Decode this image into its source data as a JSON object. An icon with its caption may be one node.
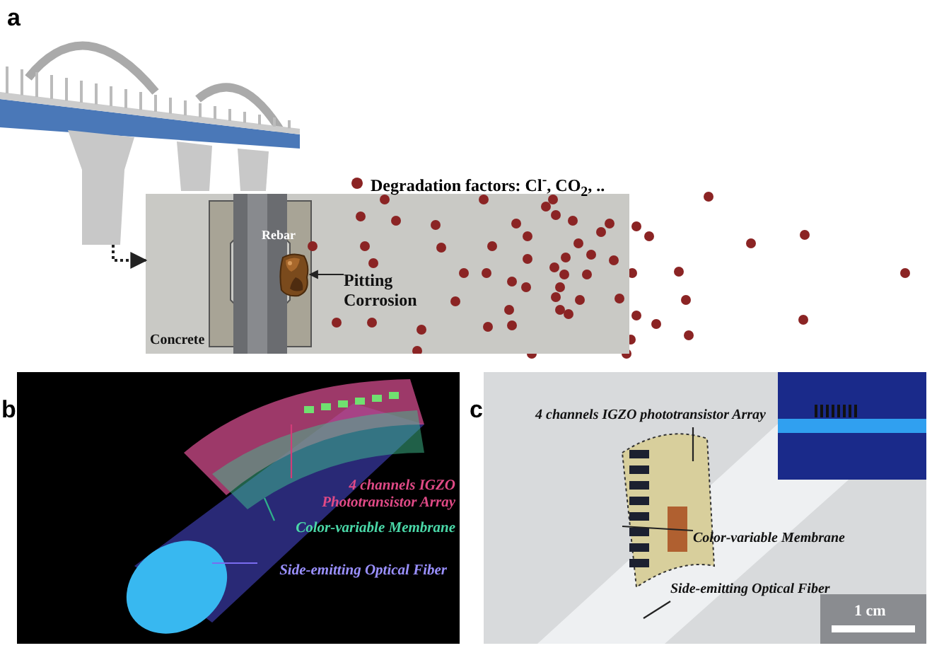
{
  "diagram": {
    "nodes": [
      {
        "text": [],
        "shape": "picture"
      },
      {
        "text": [],
        "shape": "picture"
      },
      {
        "text": [
          "Pitting Corrosion"
        ],
        "in": 1
      },
      {
        "text": [],
        "shape": "picture",
        "in": 1
      },
      {
        "text": [
          "4 channels IGZO Phototransistor Array"
        ]
      },
      {
        "text": [
          "Color-variable Membrane"
        ]
      },
      {
        "text": [
          "Side-emitting Optical Fiber"
        ]
      },
      {
        "text": [
          "4 channels IGZO phototransistor Array"
        ]
      },
      {
        "text": [
          "Color-variable Membrane"
        ]
      },
      {
        "text": [
          "Side-emitting Optical Fiber"
        ]
      }
    ],
    "edges": [
      {
        "from": 0,
        "to": 1,
        "arrow": "to",
        "style": "dashed"
      },
      {
        "from": 2,
        "to": 3,
        "arrow": "to"
      },
      {
        "from": 4,
        "to": null,
        "arrow": "none",
        "color": "#d23c78"
      },
      {
        "from": 5,
        "to": null,
        "arrow": "none",
        "color": "#2fb08a"
      },
      {
        "from": 6,
        "to": null,
        "arrow": "none",
        "color": "#7a6cf0"
      },
      {
        "from": 7,
        "to": null,
        "arrow": "none"
      },
      {
        "from": 8,
        "to": null,
        "arrow": "none"
      },
      {
        "from": 9,
        "to": null,
        "arrow": "none"
      }
    ],
    "labels": [
      "a",
      "Rebar",
      "Concrete",
      "b",
      "c",
      "1 cm"
    ],
    "legend": [
      {
        "text": "Degradation factors: Cl$^{-}$, CO$_{2}$, ..",
        "color": "#8b2424"
      }
    ]
  }
}
